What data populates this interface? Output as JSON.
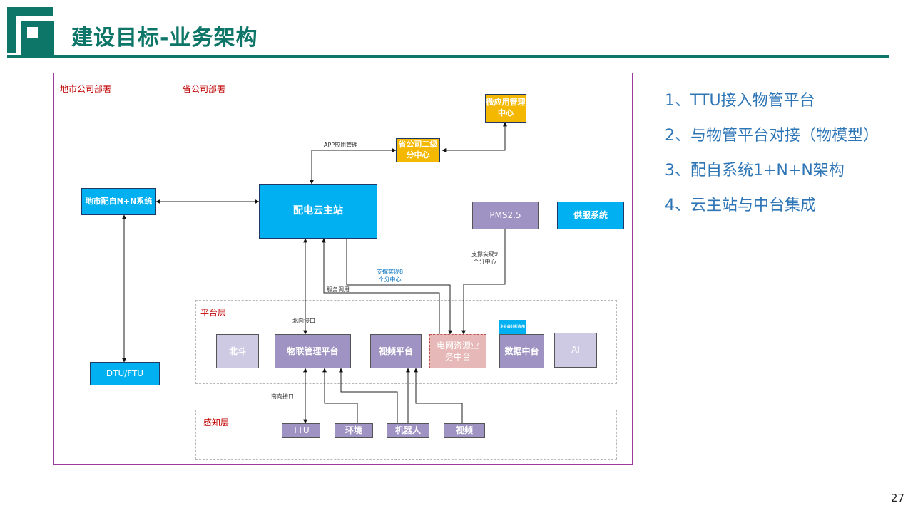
{
  "header": {
    "title": "建设目标-业务架构"
  },
  "page_number": "27",
  "diagram": {
    "regions": {
      "left": "地市公司部署",
      "right": "省公司部署"
    },
    "layers": {
      "platform": "平台层",
      "perception": "感知层"
    },
    "nodes": {
      "micro_app_center": "微应用管理中心",
      "province_center": "省公司二级分中心",
      "city_system": "地市配自N+N系统",
      "cloud_master": "配电云主站",
      "pms": "PMS2.5",
      "service_system": "供服系统",
      "dtu_ftu": "DTU/FTU",
      "beidou": "北斗",
      "iot_platform": "物联管理平台",
      "video_platform": "视频平台",
      "grid_resource_hub": "电网资源业务中台",
      "data_hub": "数据中台",
      "ai": "AI",
      "data_badge": "企业级分析应用",
      "ttu": "TTU",
      "environment": "环境",
      "robot": "机器人",
      "video": "视频"
    },
    "edge_labels": {
      "app_mgmt": "APP应用管理",
      "support_8": "支撑实现8\n个分中心",
      "support_9": "支撑实现9\n个分中心",
      "service_call": "服务调用",
      "northbound": "北向接口",
      "southbound": "南向接口"
    }
  },
  "goals": [
    "1、TTU接入物管平台",
    "2、与物管平台对接（物模型）",
    "3、配自系统1+N+N架构",
    "4、云主站与中台集成"
  ],
  "colors": {
    "brand": "#0e7668",
    "node_blue": "#00b0f0",
    "node_yellow": "#f5b800",
    "node_purple": "#9e93c2",
    "node_lavender": "#cfcae3",
    "node_pink": "#e6b8b7",
    "goal_text": "#2e75b6",
    "region_label": "#c00000"
  }
}
